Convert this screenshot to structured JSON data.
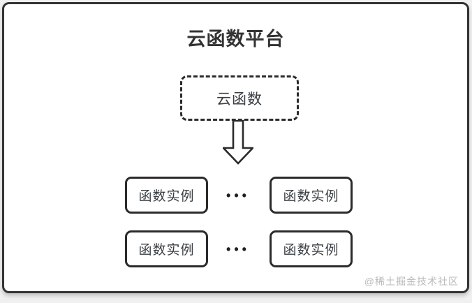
{
  "diagram": {
    "title": "云函数平台",
    "cloud_function_label": "云函数",
    "watermark": "@稀土掘金技术社区",
    "colors": {
      "frame_border": "#333333",
      "node_border": "#2b2b2b",
      "node_text": "#3a3f44",
      "page_background": "#f0f0f0",
      "frame_background": "#ffffff",
      "watermark_text": "#b9b9b9"
    }
  },
  "rows": [
    {
      "left_label": "函数实例",
      "dots": "•••",
      "right_label": "函数实例"
    },
    {
      "left_label": "函数实例",
      "dots": "•••",
      "right_label": "函数实例"
    }
  ]
}
